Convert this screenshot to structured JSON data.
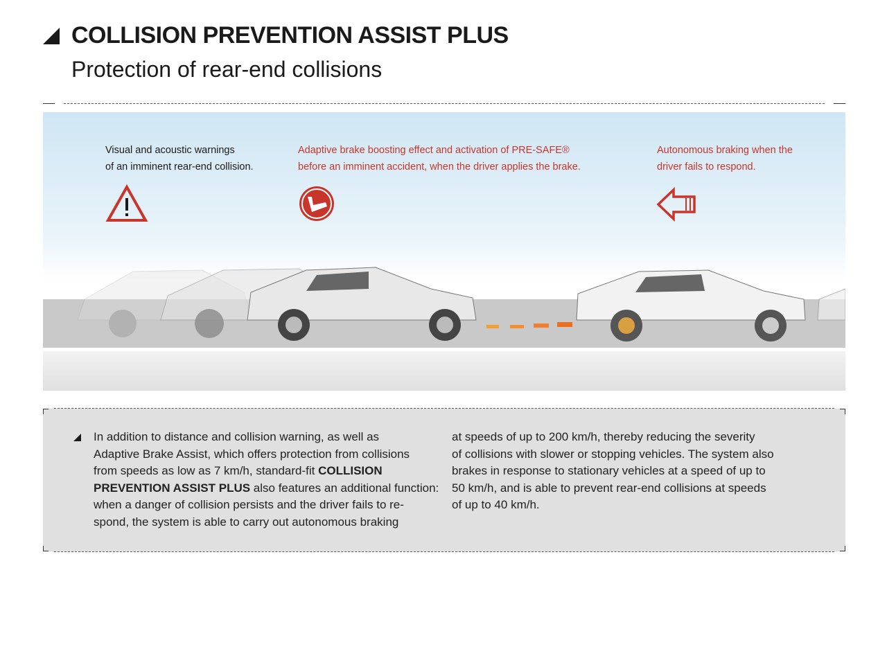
{
  "header": {
    "title": "COLLISION PREVENTION ASSIST PLUS",
    "subtitle": "Protection of rear-end collisions"
  },
  "stages": [
    {
      "line1": "Visual and acoustic warnings",
      "line2": "of an imminent rear-end collision.",
      "icon": "warning-triangle-icon",
      "color": "#1a1a1a"
    },
    {
      "line1": "Adaptive brake boosting effect and activation of PRE-SAFE®",
      "line2": "before an imminent accident, when the driver applies the brake.",
      "icon": "brake-pedal-icon",
      "color": "#c8352a"
    },
    {
      "line1": "Autonomous braking when the",
      "line2": "driver fails to respond.",
      "icon": "arrow-left-icon",
      "color": "#c8352a"
    }
  ],
  "body": {
    "col1": [
      "In addition to distance and collision warning, as well as",
      "Adaptive Brake Assist, which offers protection from collisions",
      "from speeds as low as 7 km/h, standard-fit ",
      "COLLISION",
      "PREVENTION ASSIST PLUS",
      " also features an additional function:",
      "when a danger of collision persists and the driver fails to re-",
      "spond, the system is able to carry out autonomous braking"
    ],
    "col2": [
      "at speeds of up to 200 km/h, thereby reducing the severity",
      "of collisions with slower or stopping vehicles. The system also",
      "brakes in response to stationary vehicles at a speed of up to",
      "50 km/h, and is able to prevent rear-end collisions at speeds",
      "of up to 40 km/h."
    ]
  }
}
